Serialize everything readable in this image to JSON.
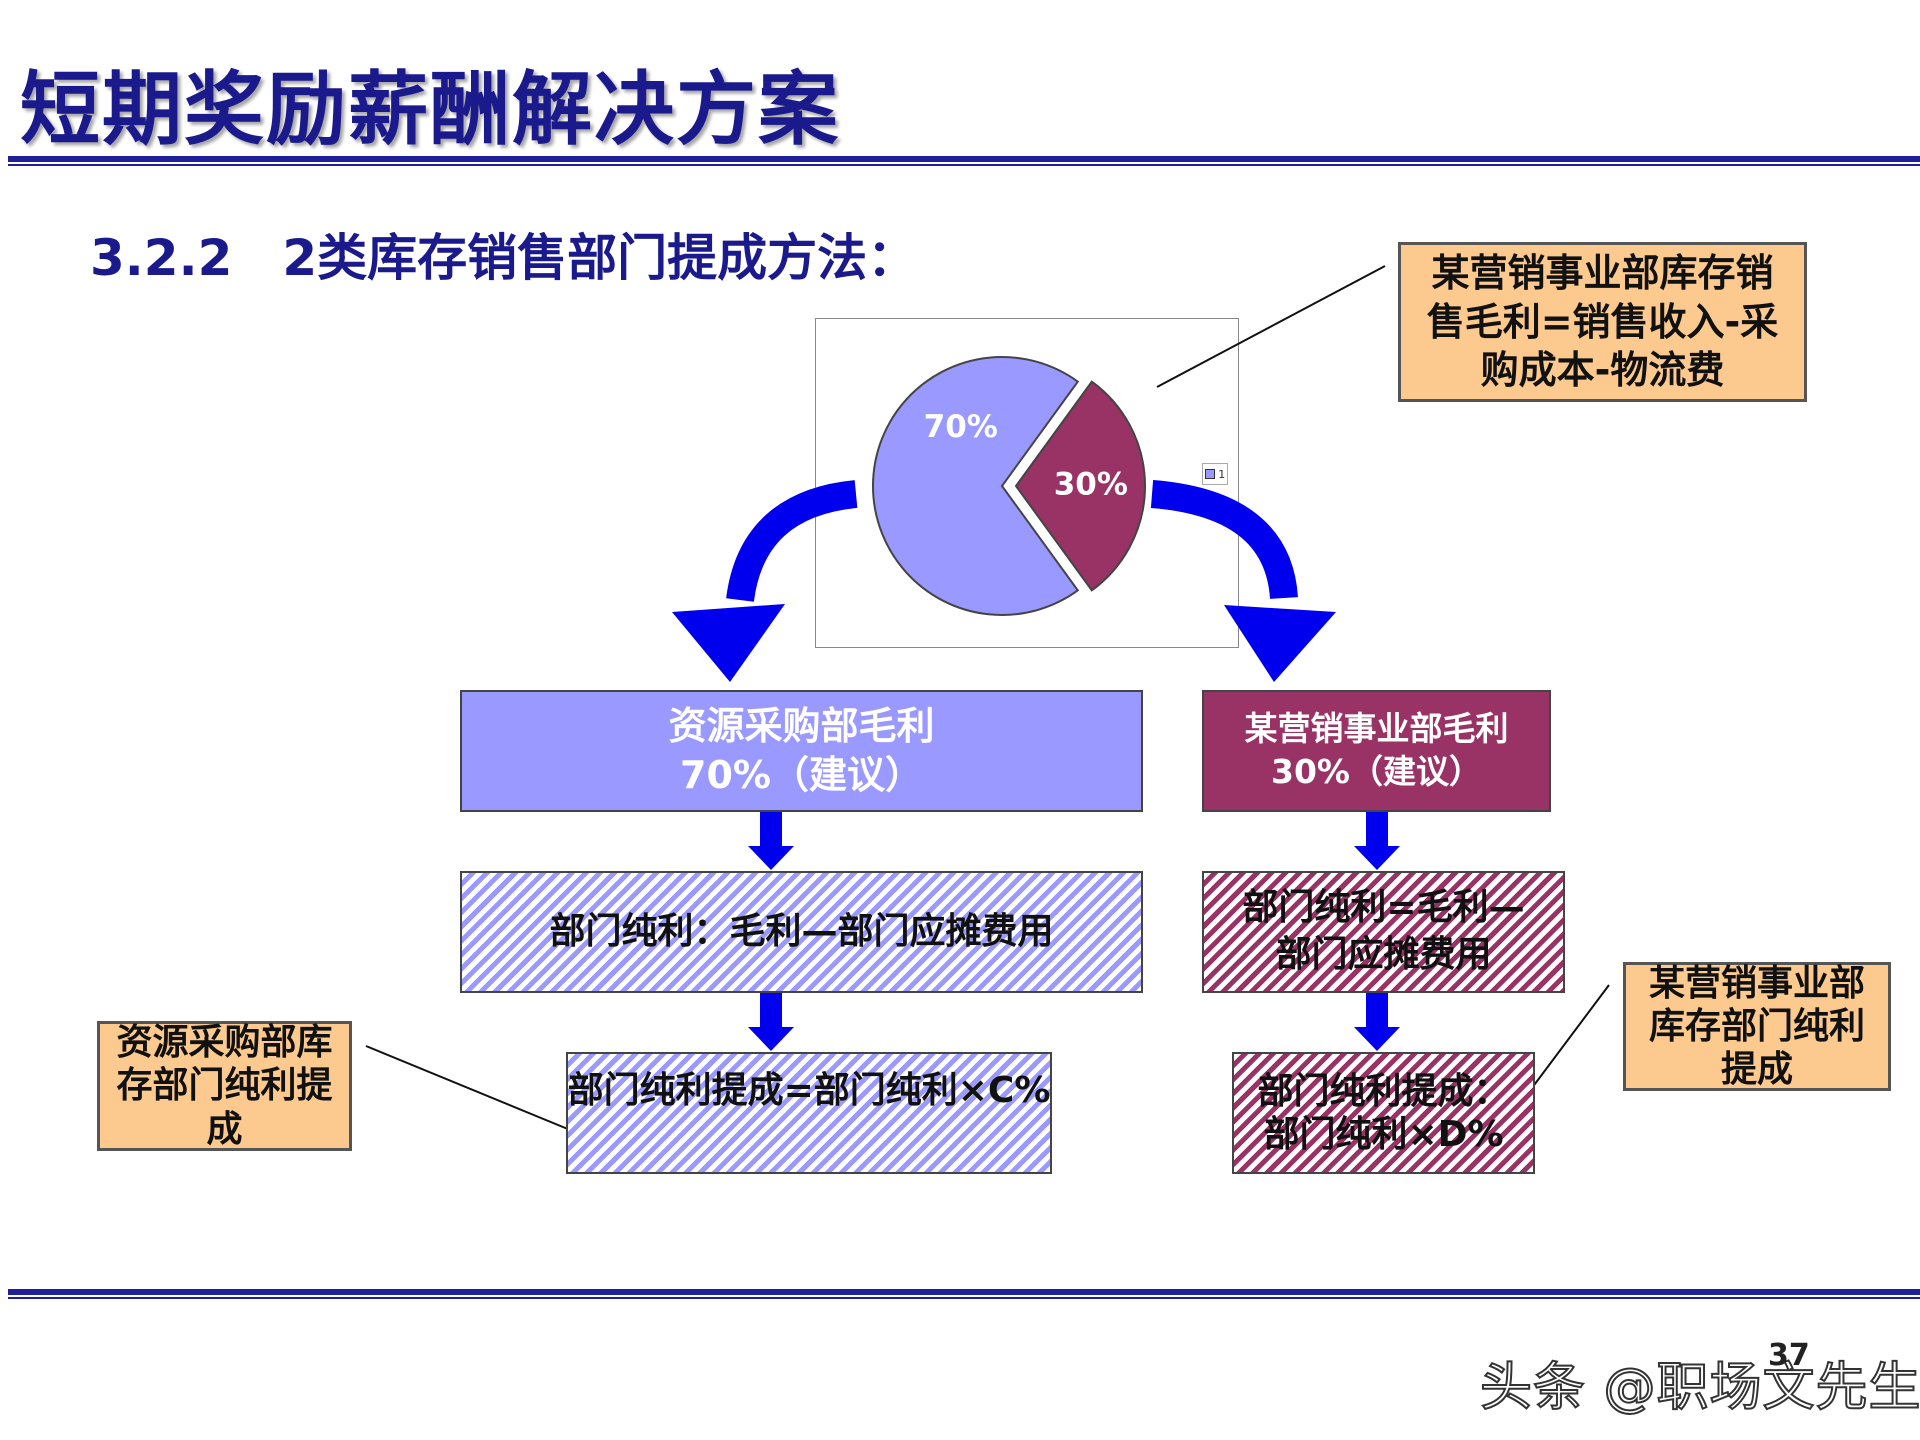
{
  "header": {
    "title": "短期奖励薪酬解决方案"
  },
  "section": {
    "heading": "3.2.2　2类库存销售部门提成方法："
  },
  "callouts": {
    "top": "某营销事业部库存销售毛利=销售收入-采购成本-物流费",
    "left": "资源采购部库存部门纯利提成",
    "right": "某营销事业部库存部门纯利提成"
  },
  "pie": {
    "legend_text": "1",
    "colors": {
      "major": "#9999ff",
      "minor": "#993366"
    }
  },
  "chart_data": {
    "type": "pie",
    "slices": [
      {
        "label": "70%",
        "value": 70
      },
      {
        "label": "30%",
        "value": 30
      }
    ]
  },
  "left_column": {
    "top_line1": "资源采购部毛利",
    "top_line2": "70%（建议）",
    "mid": "部门纯利：毛利—部门应摊费用",
    "bottom": "部门纯利提成=部门纯利×C%"
  },
  "right_column": {
    "top_line1": "某营销事业部毛利",
    "top_line2": "30%（建议）",
    "mid_line1": "部门纯利=毛利—",
    "mid_line2": "部门应摊费用",
    "bottom_line1": "部门纯利提成：",
    "bottom_line2": "部门纯利×D%"
  },
  "footer": {
    "page_number": "37",
    "watermark": "头条 @职场文先生"
  },
  "colors": {
    "accent_blue": "#1a1a8c",
    "arrow_blue": "#0000ee",
    "callout_fill": "#fcc98f"
  }
}
